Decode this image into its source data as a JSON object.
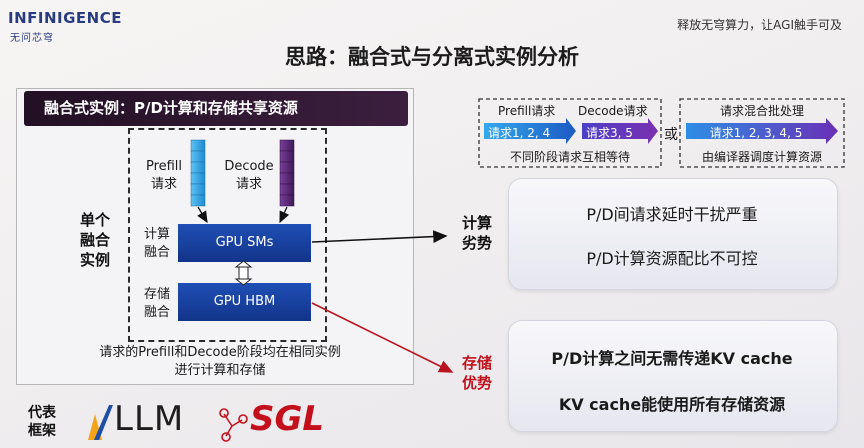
{
  "brand": {
    "name": "INFINIGENCE",
    "sub": "无问芯穹",
    "slogan": "释放无穹算力，让AGI触手可及"
  },
  "title": "思路：融合式与分离式实例分析",
  "left_panel": {
    "header": "融合式实例：P/D计算和存储共享资源",
    "side_label": [
      "单个",
      "融合",
      "实例"
    ],
    "prefill": [
      "Prefill",
      "请求"
    ],
    "decode": [
      "Decode",
      "请求"
    ],
    "compute": [
      "计算",
      "融合"
    ],
    "storage": [
      "存储",
      "融合"
    ],
    "gpu_sms": "GPU SMs",
    "gpu_hbm": "GPU HBM",
    "caption": [
      "请求的Prefill和Decode阶段均在相同实例",
      "进行计算和存储"
    ]
  },
  "frameworks": {
    "label": [
      "代表",
      "框架"
    ],
    "vllm": "LLM",
    "vllm_v": "v",
    "sgl": "SGL"
  },
  "top_right": {
    "left": {
      "prefill_label": "Prefill请求",
      "decode_label": "Decode请求",
      "arrow1": "请求1, 2, 4",
      "arrow2": "请求3, 5",
      "caption": "不同阶段请求互相等待"
    },
    "or": "或",
    "right": {
      "label": "请求混合批处理",
      "arrow": "请求1, 2, 3, 4, 5",
      "caption": "由编译器调度计算资源"
    }
  },
  "cons": {
    "label": [
      "计算",
      "劣势"
    ],
    "items": [
      "P/D间请求延时干扰严重",
      "P/D计算资源配比不可控"
    ]
  },
  "pros": {
    "label": [
      "存储",
      "优势"
    ],
    "items": [
      "P/D计算之间无需传递KV cache",
      "KV cache能使用所有存储资源"
    ]
  },
  "colors": {
    "accent_red": "#c0121f",
    "gpu_blue": "#1a44a6",
    "prefill_blue": "#2f9fe0",
    "decode_purple": "#5a2b7a",
    "header_dark": "#2a1530"
  }
}
